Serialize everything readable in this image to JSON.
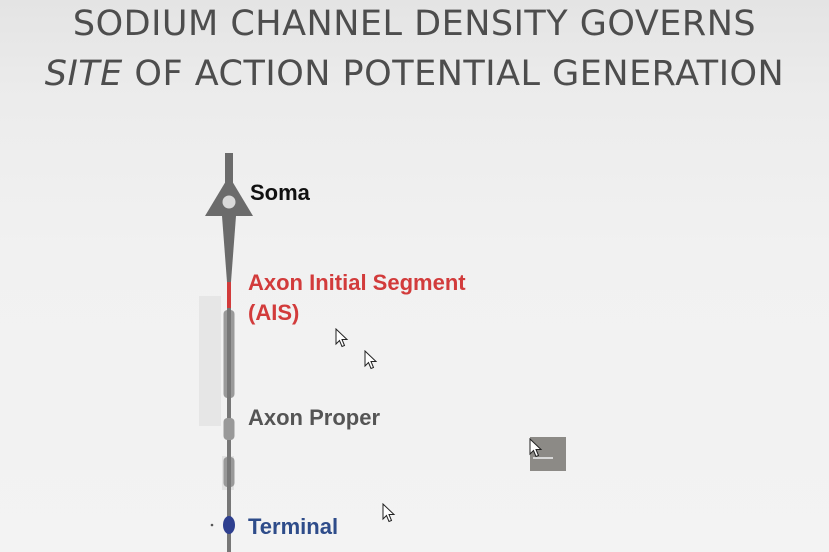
{
  "title": {
    "line1": "SODIUM CHANNEL DENSITY GOVERNS",
    "line2_italic": "SITE",
    "line2_rest": " OF ACTION POTENTIAL GENERATION"
  },
  "labels": {
    "soma": "Soma",
    "ais_line1": "Axon Initial Segment",
    "ais_line2": "(AIS)",
    "axon_proper": "Axon Proper",
    "terminal": "Terminal"
  },
  "colors": {
    "title": "#4d4d4d",
    "soma_label": "#111111",
    "ais": "#d23b3b",
    "axon_label": "#555555",
    "terminal": "#2e4c8a",
    "neuron": "#6b6b6b"
  },
  "icons": [
    "mouse-cursor-icon"
  ]
}
